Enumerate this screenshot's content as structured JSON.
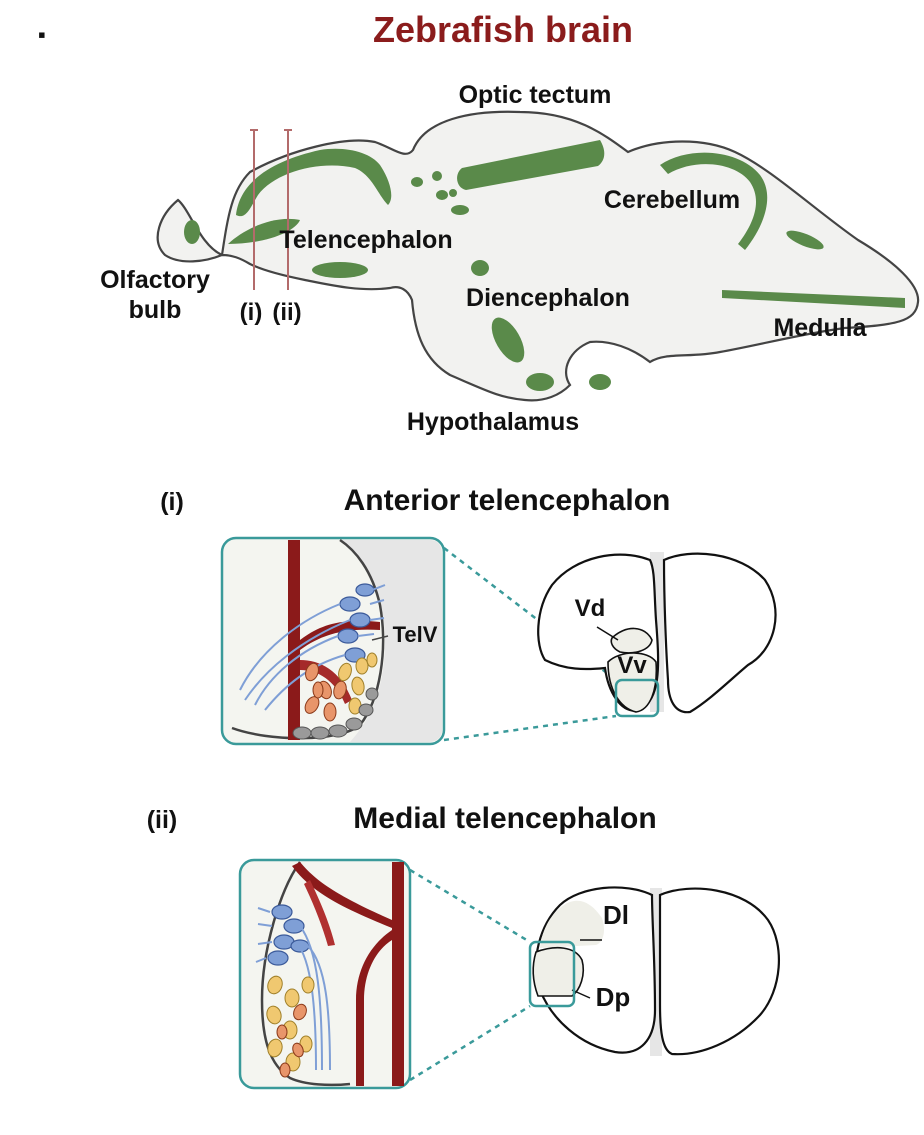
{
  "title": "Zebrafish brain",
  "bullet": "▪",
  "colors": {
    "title": "#8b1c1c",
    "region_green": "#5a8a4a",
    "brain_fill": "#f2f2f0",
    "outline": "#444444",
    "section_line": "#b36b6b",
    "inset_border": "#3a9a9a",
    "vessel": "#8b1a1a",
    "neuron_blue": "#7f9fd6",
    "cell_orange": "#e8956a",
    "cell_yellow": "#f0c870",
    "cell_gray": "#9a9a9a"
  },
  "sagittal": {
    "labels": {
      "optic_tectum": "Optic tectum",
      "cerebellum": "Cerebellum",
      "telencephalon": "Telencephalon",
      "olfactory_line1": "Olfactory",
      "olfactory_line2": "bulb",
      "section_i": "(i)",
      "section_ii": "(ii)",
      "diencephalon": "Diencephalon",
      "medulla": "Medulla",
      "hypothalamus": "Hypothalamus"
    }
  },
  "panel_i": {
    "marker": "(i)",
    "title": "Anterior telencephalon",
    "inset_label": "TelV",
    "regions": {
      "vd": "Vd",
      "vv": "Vv"
    }
  },
  "panel_ii": {
    "marker": "(ii)",
    "title": "Medial telencephalon",
    "regions": {
      "dl": "Dl",
      "dp": "Dp"
    }
  }
}
